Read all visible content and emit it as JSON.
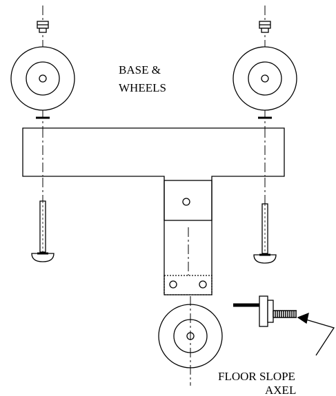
{
  "labels": {
    "base_line1": "BASE &",
    "base_line2": "WHEELS",
    "slope_line1": "FLOOR SLOPE",
    "slope_line2": "AXEL"
  },
  "colors": {
    "stroke": "#000000",
    "background": "#ffffff"
  }
}
